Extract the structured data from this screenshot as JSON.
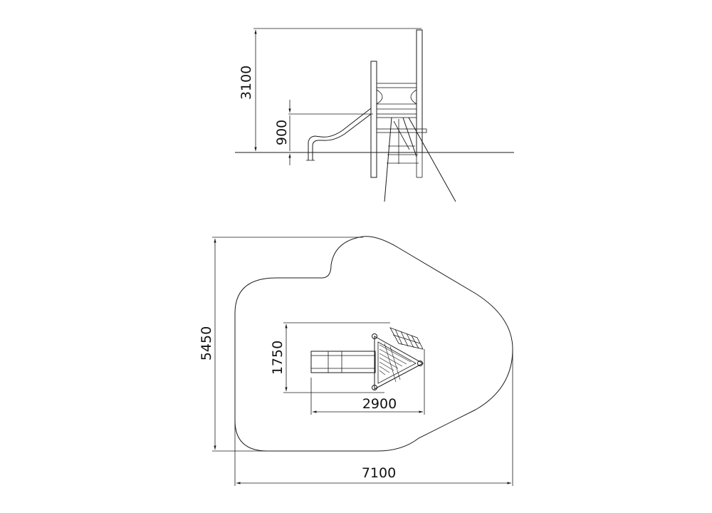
{
  "side_view": {
    "height_label": "3100",
    "platform_label": "900"
  },
  "plan_view": {
    "depth_label": "5450",
    "width_label": "7100",
    "equipment_depth_label": "1750",
    "equipment_width_label": "2900"
  },
  "colors": {
    "line": "#1a1a1a",
    "background": "#ffffff"
  }
}
